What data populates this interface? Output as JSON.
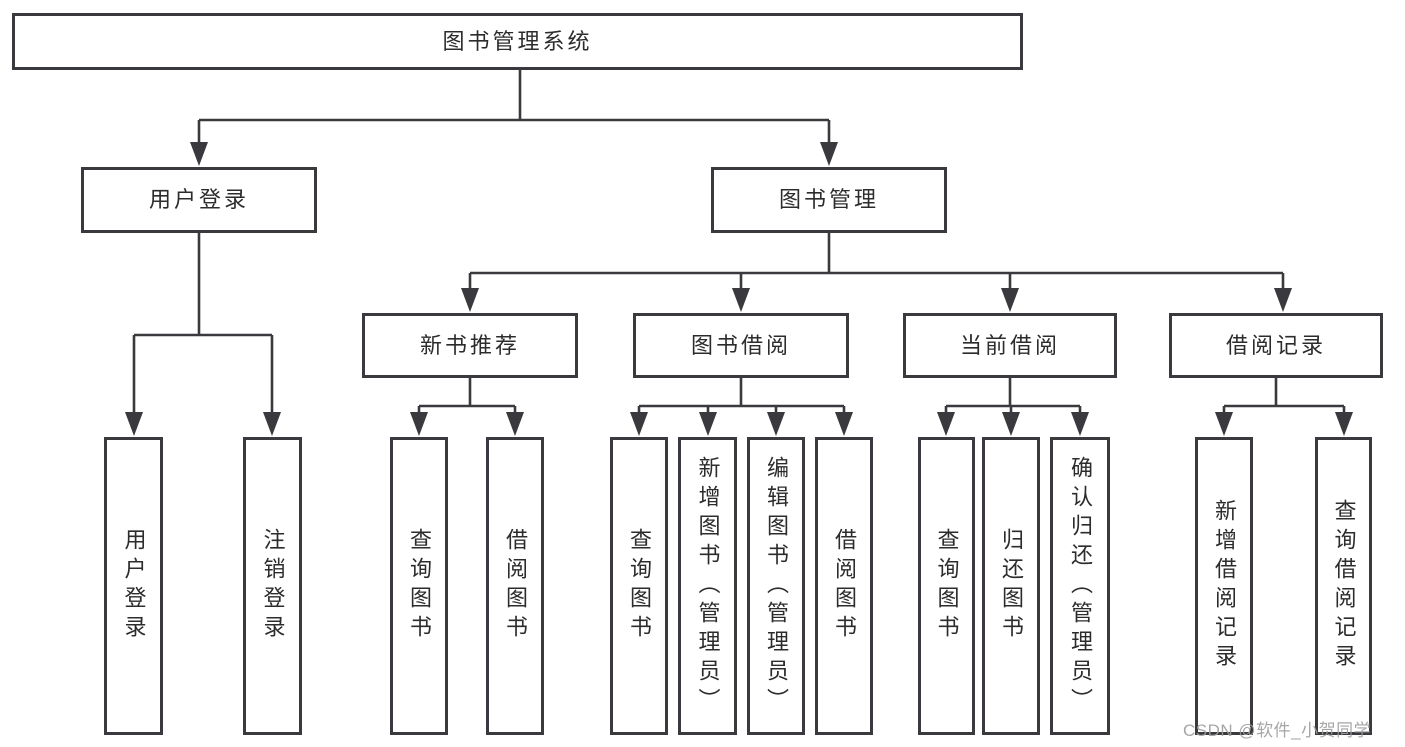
{
  "diagram": {
    "title": "图书管理系统",
    "branches": [
      {
        "label": "用户登录",
        "children": [
          {
            "label": "用户登录"
          },
          {
            "label": "注销登录"
          }
        ]
      },
      {
        "label": "图书管理",
        "children": [
          {
            "label": "新书推荐",
            "children": [
              {
                "label": "查询图书"
              },
              {
                "label": "借阅图书"
              }
            ]
          },
          {
            "label": "图书借阅",
            "children": [
              {
                "label": "查询图书"
              },
              {
                "label": "新增图书（管理员）"
              },
              {
                "label": "编辑图书（管理员）"
              },
              {
                "label": "借阅图书"
              }
            ]
          },
          {
            "label": "当前借阅",
            "children": [
              {
                "label": "查询图书"
              },
              {
                "label": "归还图书"
              },
              {
                "label": "确认归还（管理员）"
              }
            ]
          },
          {
            "label": "借阅记录",
            "children": [
              {
                "label": "新增借阅记录"
              },
              {
                "label": "查询借阅记录"
              }
            ]
          }
        ]
      }
    ]
  },
  "watermark": "CSDN @软件_小贺同学",
  "colors": {
    "line": "#3a3a3e",
    "text": "#2c2c2c",
    "background": "#ffffff",
    "watermark": "#9d9d9d"
  }
}
